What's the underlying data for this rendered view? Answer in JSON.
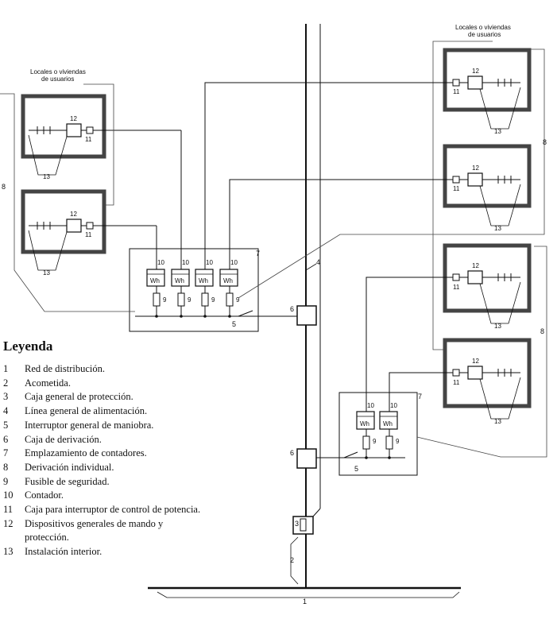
{
  "diagram": {
    "users_label": "Locales o viviendas\nde usuarios",
    "box_labels": {
      "meter": "Wh",
      "meter_number": "10",
      "fuse_number": "9",
      "dwelling_device": "12",
      "dwelling_switch": "11",
      "dwelling_install": "13",
      "meter_area": "7",
      "main_switch": "5",
      "derivation_box": "6",
      "general_line": "4",
      "protection_box": "3",
      "service": "2",
      "network": "1",
      "individual_derivation": "8"
    }
  },
  "legend": {
    "title": "Leyenda",
    "items": [
      {
        "num": "1",
        "text": "Red de distribución."
      },
      {
        "num": "2",
        "text": "Acometida."
      },
      {
        "num": "3",
        "text": "Caja general de protección."
      },
      {
        "num": "4",
        "text": "Línea general de alimentación."
      },
      {
        "num": "5",
        "text": "Interruptor general de maniobra."
      },
      {
        "num": "6",
        "text": "Caja de derivación."
      },
      {
        "num": "7",
        "text": "Emplazamiento de contadores."
      },
      {
        "num": "8",
        "text": "Derivación individual."
      },
      {
        "num": "9",
        "text": "Fusible de seguridad."
      },
      {
        "num": "10",
        "text": "Contador."
      },
      {
        "num": "11",
        "text": "Caja para interruptor de control de potencia."
      },
      {
        "num": "12",
        "text": "Dispositivos generales de mando y protección."
      },
      {
        "num": "13",
        "text": "Instalación interior."
      }
    ]
  }
}
